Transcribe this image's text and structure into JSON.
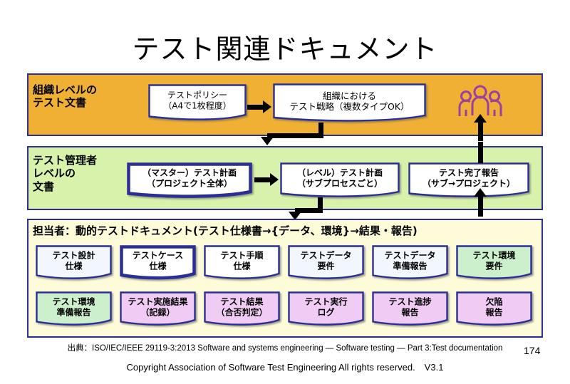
{
  "slide": {
    "title": "テスト関連ドキュメント",
    "page_number": "174",
    "source": "出典：ISO/IEC/IEEE 29119-3:2013 Software and systems engineering — Software testing — Part 3:Test documentation",
    "copyright": "Copyright Association of Software Test Engineering All rights reserved.　V3.1"
  },
  "colors": {
    "band_org": "#efb034",
    "band_mgr": "#d8f2ab",
    "band_dyn": "#fdfbd8",
    "band_border": "#2b2f95",
    "doc_border": "#2b2f95",
    "doc_white": "#ffffff",
    "doc_pale": "#f2f7fd",
    "doc_green": "#ccf0cc",
    "doc_pink": "#f0ccf5",
    "people_icon": "#9b3fa0",
    "connector": "#000000"
  },
  "bands": {
    "organization": {
      "label": "組織レベルの\nテスト文書",
      "documents": [
        {
          "id": "test-policy",
          "text": "テストポリシー\n（A4で1枚程度）",
          "fill": "#ffffff"
        },
        {
          "id": "test-strategy",
          "text": "組織における\nテスト戦略（複数タイプOK）",
          "fill": "#ffffff"
        }
      ],
      "icon": "people-icon"
    },
    "manager": {
      "label": "テスト管理者\nレベルの\n文書",
      "documents": [
        {
          "id": "master-test-plan",
          "text": "（マスター）テスト計画\n（プロジェクト全体）",
          "fill": "#ffffff"
        },
        {
          "id": "level-test-plan",
          "text": "（レベル）テスト計画\n（サブプロセスごと）",
          "fill": "#ffffff"
        },
        {
          "id": "test-completion-report",
          "text": "テスト完了報告\n（サブ→プロジェクト）",
          "fill": "#ffffff"
        }
      ]
    },
    "dynamic": {
      "header": "担当者：動的テストドキュメント(テスト仕様書→{データ、環境}→結果・報告)",
      "row1": [
        {
          "id": "test-design-spec",
          "text": "テスト設計\n仕様",
          "fill": "#f2f7fd"
        },
        {
          "id": "test-case-spec",
          "text": "テストケース\n仕様",
          "fill": "#ffffff"
        },
        {
          "id": "test-procedure-spec",
          "text": "テスト手順\n仕様",
          "fill": "#ffffff"
        },
        {
          "id": "test-data-requirements",
          "text": "テストデータ\n要件",
          "fill": "#f2f7fd"
        },
        {
          "id": "test-data-readiness-report",
          "text": "テストデータ\n準備報告",
          "fill": "#f2f7fd"
        },
        {
          "id": "test-environment-requirements",
          "text": "テスト環境\n要件",
          "fill": "#ccf0cc"
        }
      ],
      "row2": [
        {
          "id": "test-environment-readiness-report",
          "text": "テスト環境\n準備報告",
          "fill": "#ccf0cc"
        },
        {
          "id": "test-execution-result",
          "text": "テスト実施結果\n（記録）",
          "fill": "#f0ccf5"
        },
        {
          "id": "test-result",
          "text": "テスト結果\n（合否判定）",
          "fill": "#f0ccf5"
        },
        {
          "id": "test-execution-log",
          "text": "テスト実行\nログ",
          "fill": "#f0ccf5"
        },
        {
          "id": "test-progress-report",
          "text": "テスト進捗\n報告",
          "fill": "#f0ccf5"
        },
        {
          "id": "defect-report",
          "text": "欠陥\n報告",
          "fill": "#f0ccf5"
        }
      ]
    }
  }
}
